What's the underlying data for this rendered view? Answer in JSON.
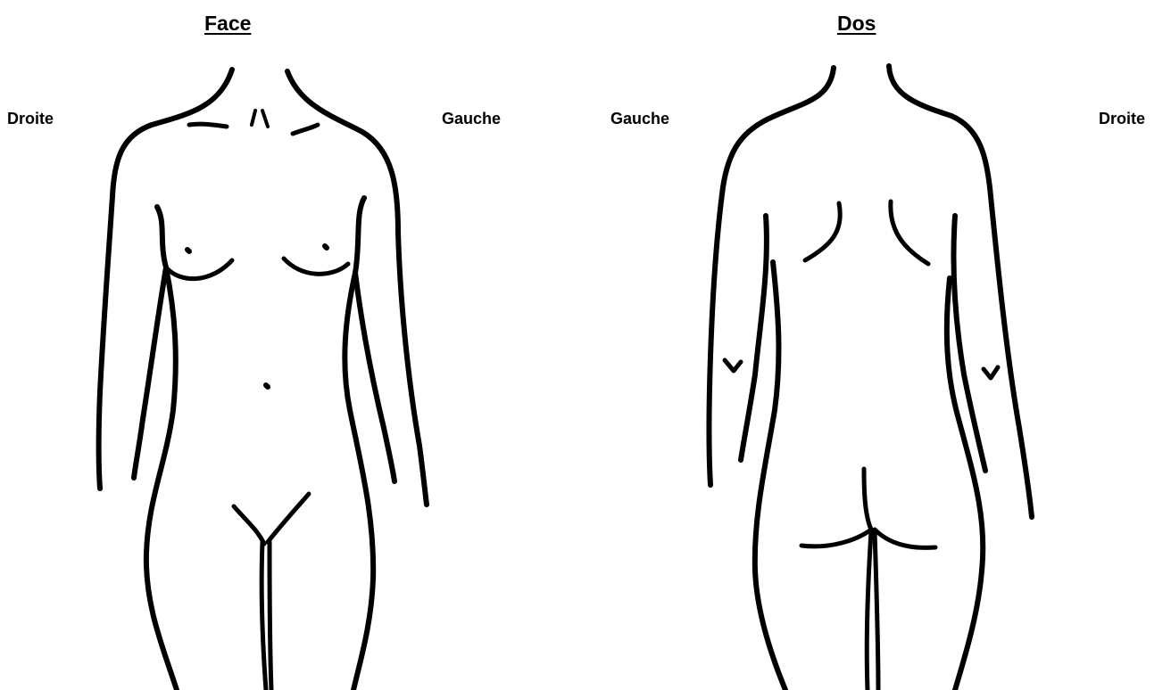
{
  "front": {
    "title": "Face",
    "label_left_of_figure": "Droite",
    "label_right_of_figure": "Gauche"
  },
  "back": {
    "title": "Dos",
    "label_left_of_figure": "Gauche",
    "label_right_of_figure": "Droite"
  },
  "colors": {
    "background": "#ffffff",
    "ink": "#000000"
  }
}
